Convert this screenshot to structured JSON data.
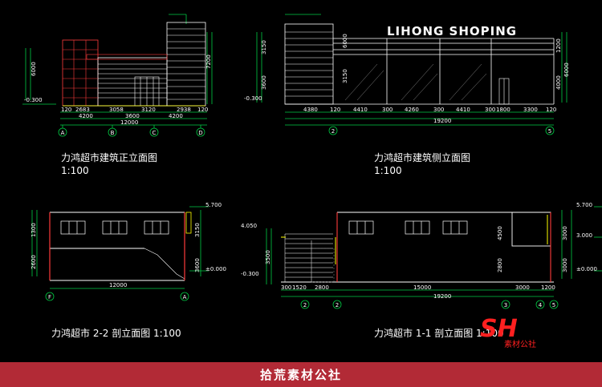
{
  "drawings": {
    "front": {
      "title": "力鸿超市建筑正立面图",
      "scale": "1:100",
      "bottom_dims": [
        "120",
        "2683",
        "3058",
        "3120",
        "2938",
        "120"
      ],
      "mid_dims": [
        "4200",
        "3600",
        "4200"
      ],
      "total": "12000",
      "axes": [
        "A",
        "B",
        "C",
        "D"
      ],
      "left_level": "-0.300",
      "left_dims": [
        "6000"
      ],
      "right_dims": [
        "7200"
      ]
    },
    "side": {
      "title": "力鸿超市建筑侧立面图",
      "scale": "1:100",
      "sign_text": "LIHONG SHOPING",
      "bottom_dims": [
        "4380",
        "120",
        "4410",
        "300",
        "4260",
        "300",
        "4410",
        "300",
        "1800",
        "3300",
        "120"
      ],
      "total": "19200",
      "axes": [
        "2",
        "5"
      ],
      "left_level": "-0.300",
      "left_dims": [
        "3150",
        "3600"
      ],
      "inner_dims": [
        "3150",
        "6000"
      ],
      "right_dims": [
        "1200",
        "4000",
        "6000"
      ]
    },
    "sec22": {
      "title": "力鸿超市 2-2 剖立面图 1:100",
      "total": "12000",
      "axes": [
        "F",
        "A"
      ],
      "left_dims": [
        "1300",
        "2600"
      ],
      "right_dims": [
        "3150",
        "3600"
      ],
      "levels": [
        "5.700",
        "±0.000"
      ]
    },
    "sec11": {
      "title": "力鸿超市 1-1 剖立面图 1:100",
      "bottom_dims": [
        "300",
        "1520",
        "2800",
        "15000",
        "3000",
        "1200"
      ],
      "total": "19200",
      "axes": [
        "2",
        "2",
        "3",
        "4",
        "5"
      ],
      "left_levels": [
        "4.050",
        "-0.300"
      ],
      "left_dims": [
        "3500"
      ],
      "mid_dims": [
        "2800",
        "4500"
      ],
      "right_dims": [
        "3000",
        "3000"
      ],
      "right_levels": [
        "5.700",
        "3.000",
        "±0.000"
      ]
    }
  },
  "logo": {
    "mark": "SH",
    "caption": "素材公社"
  },
  "banner": {
    "text": "拾荒素材公社"
  },
  "colors": {
    "bg": "#000000",
    "line": "#ffffff",
    "dim": "#00cc44",
    "accent": "#ffff00",
    "red": "#ff3b3b",
    "banner": "#b22a36"
  }
}
